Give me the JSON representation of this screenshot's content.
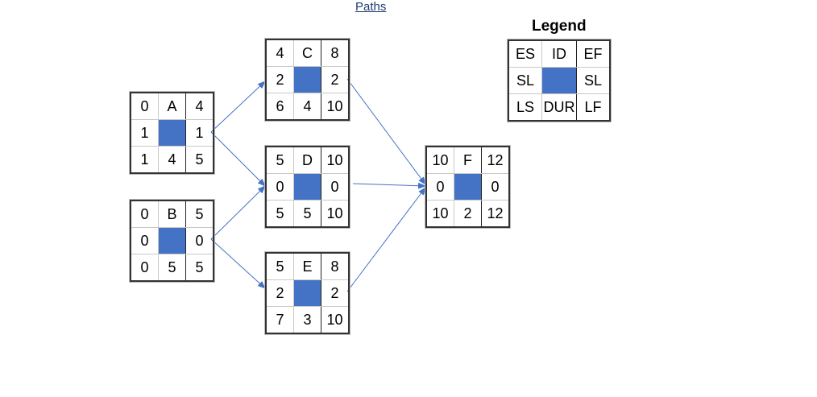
{
  "header": {
    "title": "Paths"
  },
  "colors": {
    "accent": "#4472C4",
    "arrow": "#4472C4"
  },
  "legend": {
    "title": "Legend",
    "top": [
      "ES",
      "ID",
      "EF"
    ],
    "middle": [
      "SL",
      "",
      "SL"
    ],
    "bottom": [
      "LS",
      "DUR",
      "LF"
    ]
  },
  "nodes": {
    "A": {
      "top": [
        "0",
        "A",
        "4"
      ],
      "middle": [
        "1",
        "",
        "1"
      ],
      "bottom": [
        "1",
        "4",
        "5"
      ]
    },
    "B": {
      "top": [
        "0",
        "B",
        "5"
      ],
      "middle": [
        "0",
        "",
        "0"
      ],
      "bottom": [
        "0",
        "5",
        "5"
      ]
    },
    "C": {
      "top": [
        "4",
        "C",
        "8"
      ],
      "middle": [
        "2",
        "",
        "2"
      ],
      "bottom": [
        "6",
        "4",
        "10"
      ]
    },
    "D": {
      "top": [
        "5",
        "D",
        "10"
      ],
      "middle": [
        "0",
        "",
        "0"
      ],
      "bottom": [
        "5",
        "5",
        "10"
      ]
    },
    "E": {
      "top": [
        "5",
        "E",
        "8"
      ],
      "middle": [
        "2",
        "",
        "2"
      ],
      "bottom": [
        "7",
        "3",
        "10"
      ]
    },
    "F": {
      "top": [
        "10",
        "F",
        "12"
      ],
      "middle": [
        "0",
        "",
        "0"
      ],
      "bottom": [
        "10",
        "2",
        "12"
      ]
    }
  },
  "edges": [
    [
      "A",
      "C"
    ],
    [
      "A",
      "D"
    ],
    [
      "B",
      "D"
    ],
    [
      "B",
      "E"
    ],
    [
      "C",
      "F"
    ],
    [
      "D",
      "F"
    ],
    [
      "E",
      "F"
    ]
  ]
}
